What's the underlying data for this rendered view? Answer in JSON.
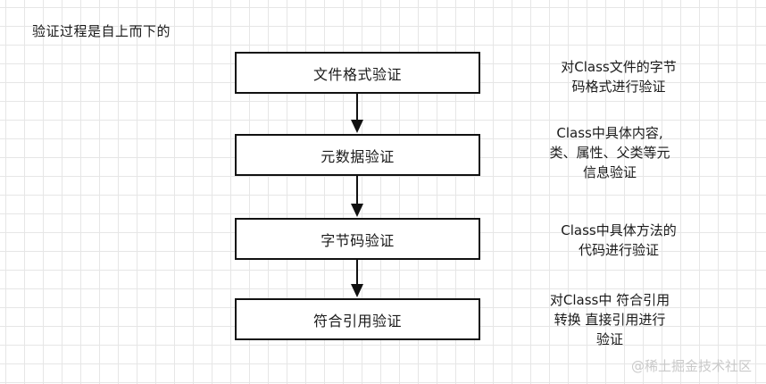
{
  "diagram": {
    "heading": "验证过程是自上而下的",
    "steps": [
      {
        "label": "文件格式验证",
        "note": "对Class文件的字节\n码格式进行验证"
      },
      {
        "label": "元数据验证",
        "note": "Class中具体内容,\n类、属性、父类等元\n信息验证"
      },
      {
        "label": "字节码验证",
        "note": "Class中具体方法的\n代码进行验证"
      },
      {
        "label": "符合引用验证",
        "note": "对Class中 符合引用\n转换 直接引用进行\n验证"
      }
    ],
    "watermark": "@稀土掘金技术社区"
  }
}
